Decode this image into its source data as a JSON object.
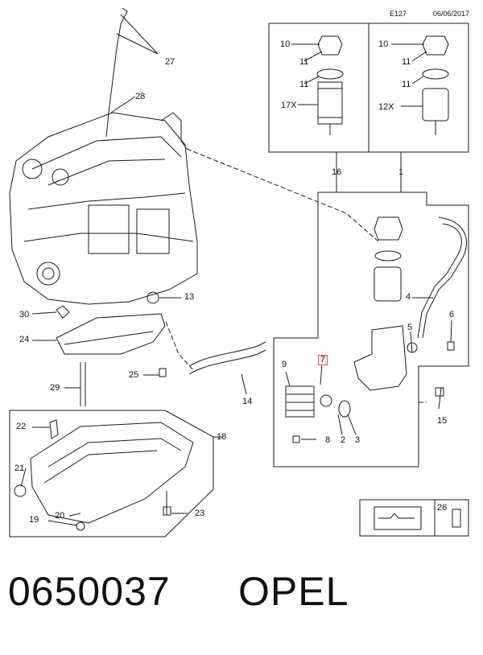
{
  "header": {
    "code": "E127",
    "date": "06/06/2017"
  },
  "callouts": {
    "c27": "27",
    "c28": "28",
    "c13": "13",
    "c30": "30",
    "c24": "24",
    "c25": "25",
    "c29": "29",
    "c14": "14",
    "c9": "9",
    "c7": "7",
    "c8": "8",
    "c2": "2",
    "c3": "3",
    "c15": "15",
    "c4": "4",
    "c5": "5",
    "c6": "6",
    "c16": "16",
    "c1": "1",
    "box_left_10": "10",
    "box_left_11a": "11",
    "box_left_11b": "11",
    "box_left_17x": "17X",
    "box_right_10": "10",
    "box_right_11a": "11",
    "box_right_11b": "11",
    "box_right_12x": "12X",
    "c18": "18",
    "c22": "22",
    "c21": "21",
    "c19": "19",
    "c20": "20",
    "c23": "23",
    "c26": "26"
  },
  "highlighted_callout": "7",
  "footer": {
    "part_number": "0650037",
    "brand": "OPEL"
  }
}
